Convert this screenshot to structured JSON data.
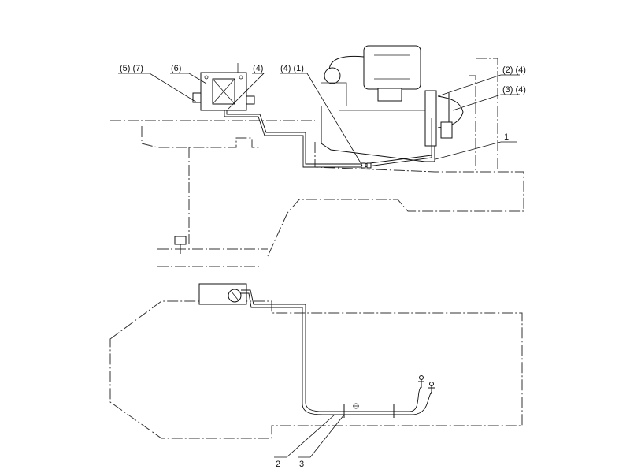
{
  "callouts": {
    "c57": "(5) (7)",
    "c6": "(6)",
    "c4a": "(4)",
    "c41": "(4) (1)",
    "c24": "(2) (4)",
    "c34": "(3) (4)",
    "c1": "1",
    "c2": "2",
    "c3": "3"
  },
  "colors": {
    "line": "#111111",
    "background": "#ffffff"
  }
}
